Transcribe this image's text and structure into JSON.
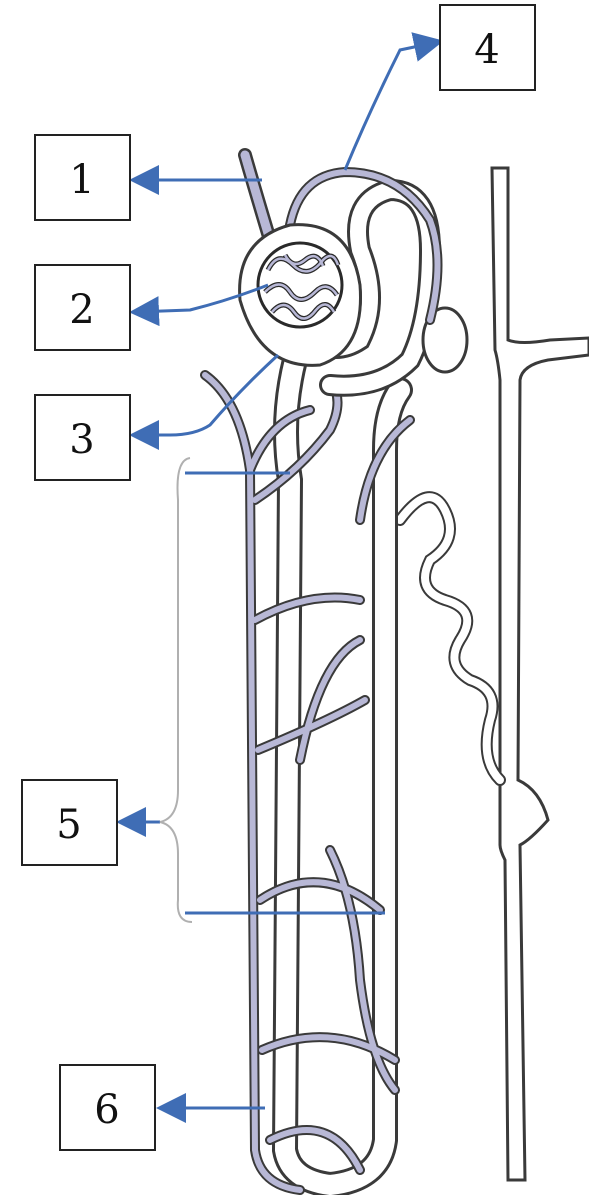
{
  "labels": [
    {
      "id": "label-1",
      "text": "1"
    },
    {
      "id": "label-2",
      "text": "2"
    },
    {
      "id": "label-3",
      "text": "3"
    },
    {
      "id": "label-4",
      "text": "4"
    },
    {
      "id": "label-5",
      "text": "5"
    },
    {
      "id": "label-6",
      "text": "6"
    }
  ],
  "colors": {
    "pointer": "#3f6db5",
    "vessel_fill": "#b8b8d6",
    "vessel_stroke": "#3a3a3a",
    "tubule_fill": "#ffffff",
    "box_stroke": "#222222",
    "brace": "#b0b0b0"
  }
}
